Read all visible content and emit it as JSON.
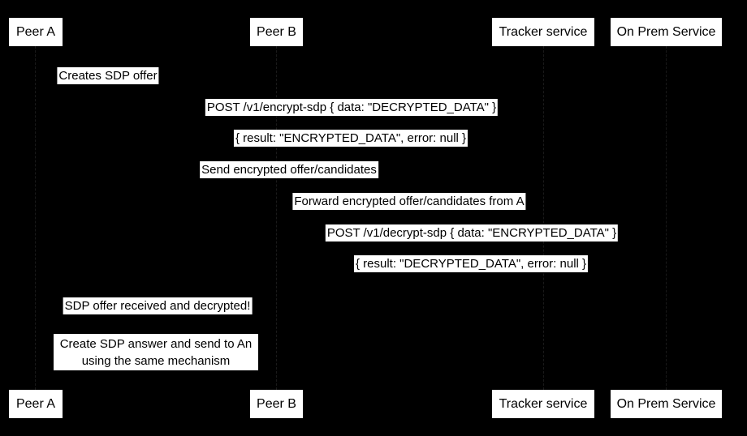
{
  "diagram": {
    "type": "sequence-diagram",
    "colors": {
      "background": "#000000",
      "box_fill": "#ffffff",
      "text": "#000000"
    },
    "participants": [
      {
        "label": "Peer A"
      },
      {
        "label": "Peer B"
      },
      {
        "label": "Tracker service"
      },
      {
        "label": "On Prem Service"
      }
    ],
    "messages": [
      {
        "text": "Creates SDP offer",
        "from": "Peer A",
        "to": "Peer A"
      },
      {
        "text": "POST /v1/encrypt-sdp { data: \"DECRYPTED_DATA\" }",
        "from": "Peer A",
        "to": "On Prem Service"
      },
      {
        "text": "{ result: \"ENCRYPTED_DATA\", error: null }",
        "from": "On Prem Service",
        "to": "Peer A"
      },
      {
        "text": "Send encrypted offer/candidates",
        "from": "Peer A",
        "to": "Tracker service"
      },
      {
        "text": "Forward encrypted offer/candidates from A",
        "from": "Tracker service",
        "to": "Peer B"
      },
      {
        "text": "POST /v1/decrypt-sdp { data: \"ENCRYPTED_DATA\" }",
        "from": "Peer B",
        "to": "On Prem Service"
      },
      {
        "text": "{ result: \"DECRYPTED_DATA\", error: null }",
        "from": "On Prem Service",
        "to": "Peer B"
      },
      {
        "text": "SDP offer received and decrypted!",
        "from": "Peer B",
        "to": "Peer A"
      }
    ],
    "note": {
      "line1": "Create SDP answer and send to An",
      "line2": "using the same mechanism"
    }
  }
}
